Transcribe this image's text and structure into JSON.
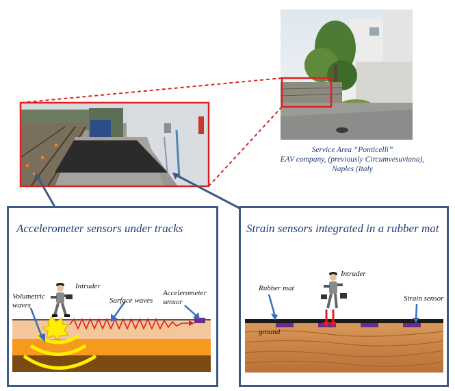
{
  "caption": {
    "line1": "Service Area “Ponticelli”",
    "line2": "EAV company, (previously Circumvesuviana), Naples (Italy"
  },
  "left_panel": {
    "title": "Accelerometer sensors under tracks",
    "labels": {
      "intruder": "Intruder",
      "volumetric_line1": "Volumetric",
      "volumetric_line2": "waves",
      "surface_waves": "Surface waves",
      "accelerometer_line1": "Accelerometer",
      "accelerometer_line2": "sensor"
    }
  },
  "right_panel": {
    "title": "Strain sensors integrated in a rubber mat",
    "labels": {
      "intruder": "Intruder",
      "rubber_mat": "Rubber mat",
      "strain_sensor": "Strain sensor",
      "ground": "ground"
    }
  },
  "colors": {
    "panel_border": "#3b5a86",
    "title_text": "#1f3b73",
    "highlight_red": "#e02020",
    "sensor_purple": "#6b2c91",
    "wave_yellow": "#ffee00",
    "soil_orange": "#f59a1e",
    "soil_brown": "#7a4a12"
  }
}
